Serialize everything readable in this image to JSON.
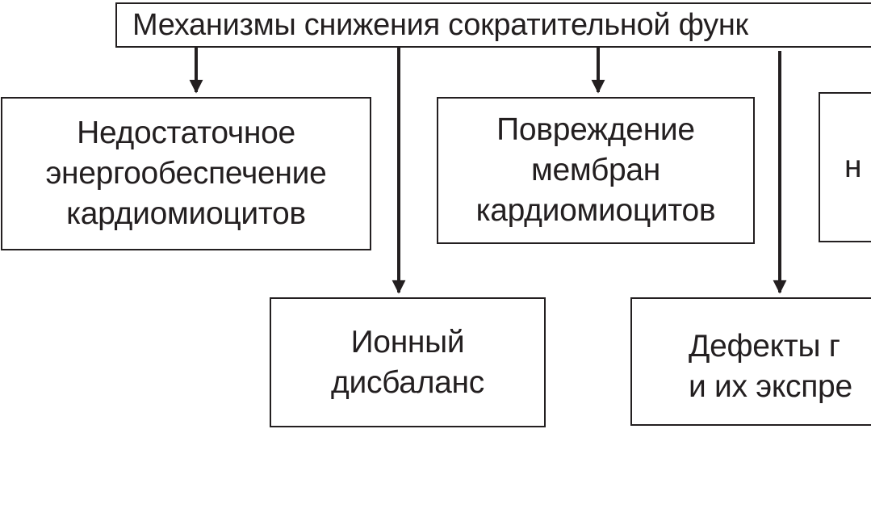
{
  "diagram": {
    "title": "Механизмы снижения сократительной функ",
    "nodes": {
      "energy": "Недостаточное\nэнергообеспечение\nкардиомиоцитов",
      "membrane": "Повреждение\nмембран\nкардиомиоцитов",
      "right": "н",
      "ion": "Ионный\nдисбаланс",
      "defects": "Дефекты г\nи их экспре"
    },
    "edges": [
      {
        "from": "title",
        "to": "energy"
      },
      {
        "from": "title",
        "to": "ion"
      },
      {
        "from": "title",
        "to": "membrane"
      },
      {
        "from": "title",
        "to": "defects"
      }
    ],
    "colors": {
      "stroke": "#231f20",
      "background": "#ffffff"
    }
  }
}
